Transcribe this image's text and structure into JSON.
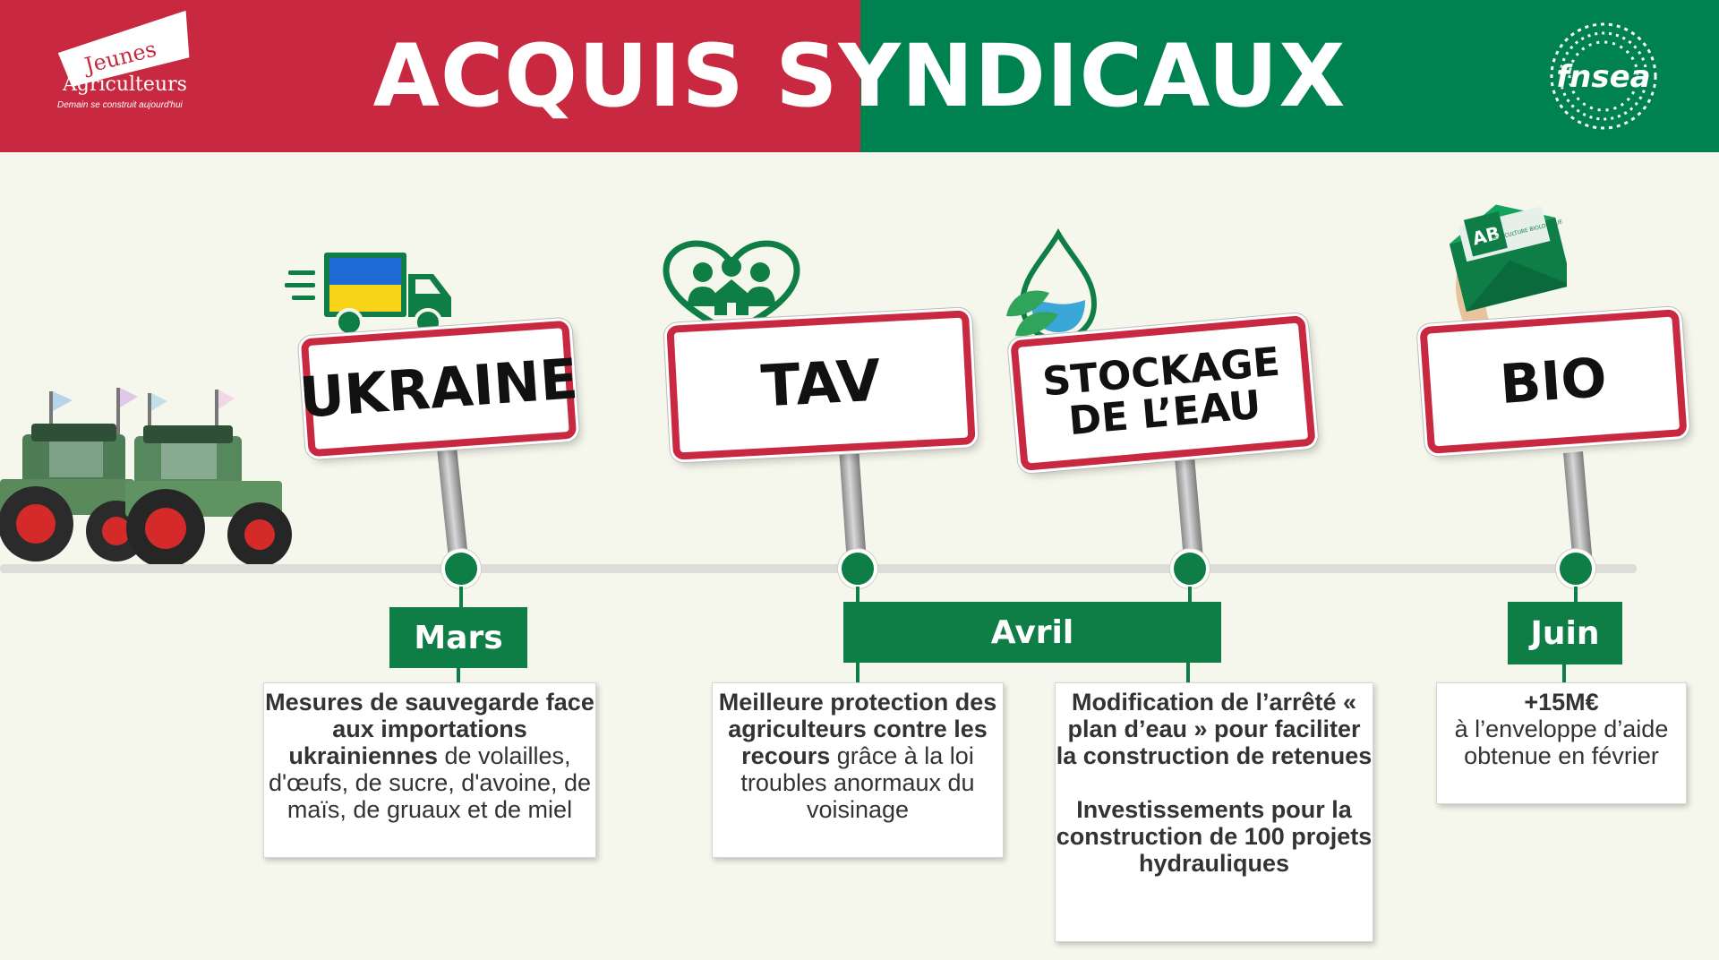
{
  "header": {
    "title": "ACQUIS SYNDICAUX",
    "colors": {
      "left": "#c82941",
      "right": "#008150"
    },
    "logo_left": {
      "line1": "Jeunes",
      "line2": "Agriculteurs",
      "tagline": "Demain se construit aujourd'hui"
    },
    "logo_right": {
      "text": "fnsea"
    }
  },
  "timeline": {
    "accent": "#0e7d46",
    "sign_border": "#c82941",
    "items": [
      {
        "sign": "UKRAINE",
        "icon": "ukraine-truck-icon",
        "month": "Mars",
        "text": {
          "bold": "Mesures de sauvegarde face aux importations ukrainiennes",
          "regular": " de volailles, d'œufs, de sucre, d'avoine, de maïs, de gruaux et de miel"
        }
      },
      {
        "sign": "TAV",
        "icon": "people-heart-house-icon",
        "text": {
          "bold": "Meilleure protection des agriculteurs contre les recours",
          "regular": " grâce à la loi troubles anormaux du voisinage"
        }
      },
      {
        "sign_line1": "STOCKAGE",
        "sign_line2": "DE L’EAU",
        "icon": "water-drop-icon",
        "text": {
          "bold1": "Modification de l’arrêté « plan d’eau » pour faciliter la construction de retenues",
          "bold2": "Investissements pour la construction de 100 projets hydrauliques"
        }
      },
      {
        "sign": "BIO",
        "icon": "bio-envelope-icon",
        "icon_label": "AB",
        "icon_sublabel": "AGRICULTURE BIOLOGIQUE",
        "month": "Juin",
        "text": {
          "bold": "+15M€",
          "regular": "à l’enveloppe d’aide obtenue en février"
        }
      }
    ],
    "shared_month": "Avril"
  }
}
